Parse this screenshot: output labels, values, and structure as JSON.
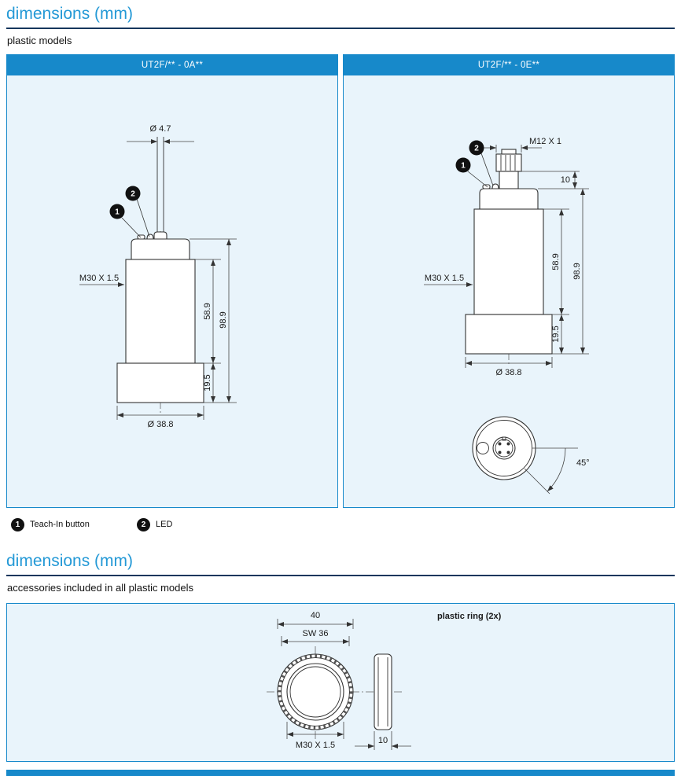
{
  "sections": {
    "dims1": {
      "title": "dimensions (mm)",
      "subtitle": "plastic models"
    },
    "dims2": {
      "title": "dimensions (mm)",
      "subtitle": "accessories included in all plastic models"
    }
  },
  "panels": {
    "left": {
      "header": "UT2F/** - 0A**"
    },
    "right": {
      "header": "UT2F/** - 0E**"
    }
  },
  "legend": {
    "items": [
      {
        "num": "1",
        "label": "Teach-In button"
      },
      {
        "num": "2",
        "label": "LED"
      }
    ]
  },
  "drawings": {
    "cable_sensor": {
      "cable_dia": "Ø 4.7",
      "thread": "M30 X 1.5",
      "body_len": "58.9",
      "total_len": "98.9",
      "nose_len": "19.5",
      "dia": "Ø 38.8"
    },
    "connector_sensor": {
      "connector": "M12 X 1",
      "connector_len": "10",
      "thread": "M30 X 1.5",
      "body_len": "58.9",
      "total_len": "98.9",
      "nose_len": "19.5",
      "dia": "Ø 38.8",
      "angle": "45°"
    },
    "ring": {
      "label": "plastic ring (2x)",
      "outer_dia": "40",
      "wrench": "SW 36",
      "thread": "M30 X 1.5",
      "thickness": "10"
    }
  },
  "colors": {
    "accent": "#2499d6",
    "header_bg": "#1789ca",
    "panel_bg": "#e9f4fb",
    "rule": "#16365c"
  }
}
